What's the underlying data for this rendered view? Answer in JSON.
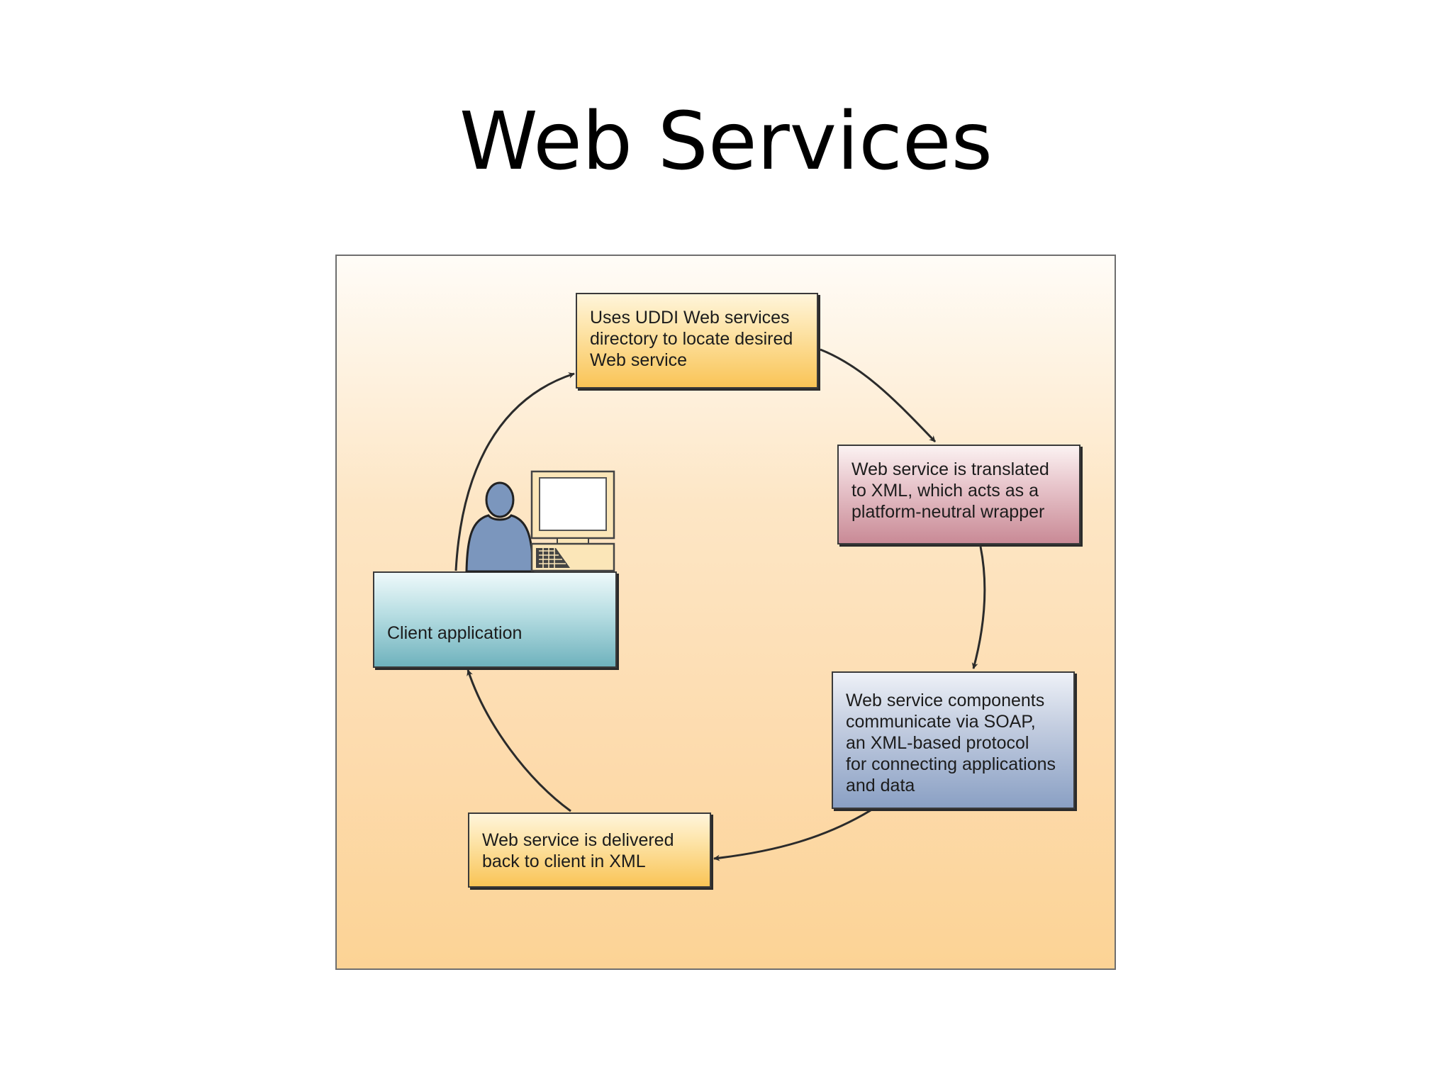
{
  "slide": {
    "title": "Web Services"
  },
  "diagram": {
    "nodes": [
      {
        "id": "uddi",
        "text": "Uses UDDI Web services\ndirectory to locate desired\nWeb service"
      },
      {
        "id": "xml",
        "text": "Web service is translated\nto XML, which acts as a\nplatform-neutral wrapper"
      },
      {
        "id": "soap",
        "text": "Web service components\ncommunicate via SOAP,\nan XML-based protocol\nfor connecting applications\nand data"
      },
      {
        "id": "deliver",
        "text": "Web service is delivered\nback to client in XML"
      },
      {
        "id": "client",
        "text": "Client application"
      }
    ],
    "edges": [
      {
        "from": "client",
        "to": "uddi"
      },
      {
        "from": "uddi",
        "to": "xml"
      },
      {
        "from": "xml",
        "to": "soap"
      },
      {
        "from": "soap",
        "to": "deliver"
      },
      {
        "from": "deliver",
        "to": "client"
      }
    ],
    "icons": [
      "person-icon",
      "computer-icon"
    ],
    "colors": {
      "gold_box": "#f9c456",
      "rose_box": "#c98a96",
      "blue_box": "#8aa0c4",
      "teal_box": "#6fb2bd",
      "person": "#7b96bd",
      "arrow": "#2b2b2b"
    }
  }
}
